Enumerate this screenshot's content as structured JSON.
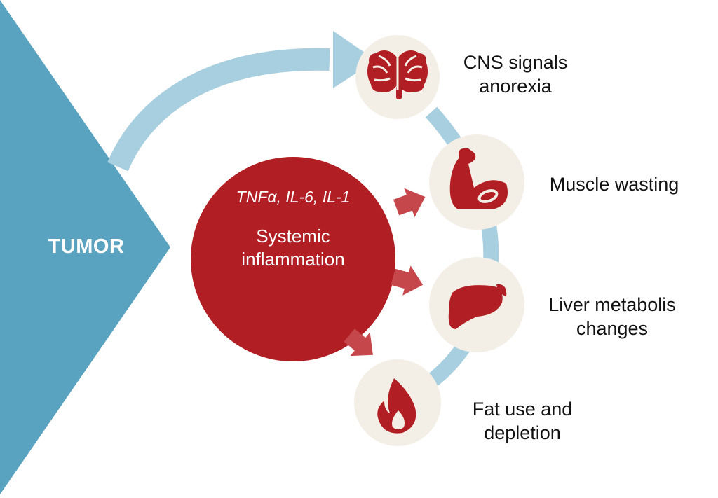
{
  "colors": {
    "tumor": "#5aa3c0",
    "arc": "#a8cfe0",
    "inflammation": "#b11f24",
    "arrow": "#c6474b",
    "icon_bg": "#f4efe6",
    "icon": "#b11f24"
  },
  "tumor": {
    "label": "TUMOR"
  },
  "inflammation": {
    "cytokines": "TNFα, IL-6, IL-1",
    "title_line1": "Systemic",
    "title_line2": "inflammation"
  },
  "effects": [
    {
      "icon": "brain-icon",
      "line1": "CNS signals",
      "line2": "anorexia"
    },
    {
      "icon": "flexed-arm-icon",
      "line1": "Muscle wasting",
      "line2": ""
    },
    {
      "icon": "liver-icon",
      "line1": "Liver metabolis",
      "line2": "changes"
    },
    {
      "icon": "flame-icon",
      "line1": "Fat use and",
      "line2": "depletion"
    }
  ]
}
